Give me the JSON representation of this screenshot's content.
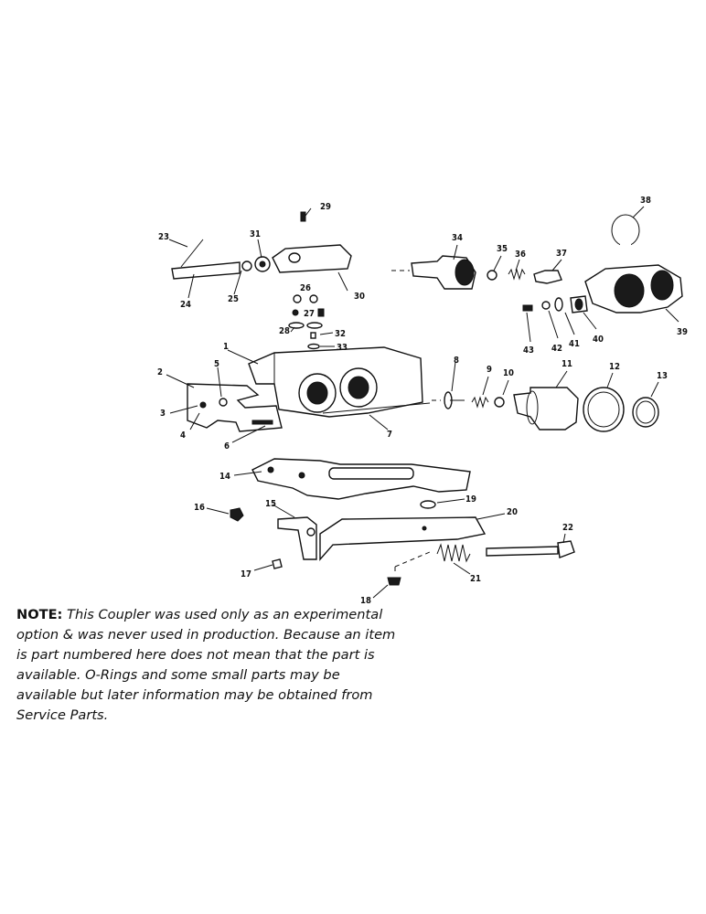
{
  "diagram": {
    "callouts": [
      "1",
      "2",
      "3",
      "4",
      "5",
      "6",
      "7",
      "8",
      "9",
      "10",
      "11",
      "12",
      "13",
      "14",
      "15",
      "16",
      "17",
      "18",
      "19",
      "20",
      "21",
      "22",
      "23",
      "24",
      "25",
      "26",
      "27",
      "28",
      "29",
      "30",
      "31",
      "32",
      "33",
      "34",
      "35",
      "36",
      "37",
      "38",
      "39",
      "40",
      "41",
      "42",
      "43"
    ]
  },
  "note": {
    "label": "NOTE:",
    "text": "This Coupler was used only as an experimental option & was never used in production. Because an item is part numbered here does not mean that the part is available. O-Rings and some small parts may be available but later information may be obtained from Service Parts."
  }
}
